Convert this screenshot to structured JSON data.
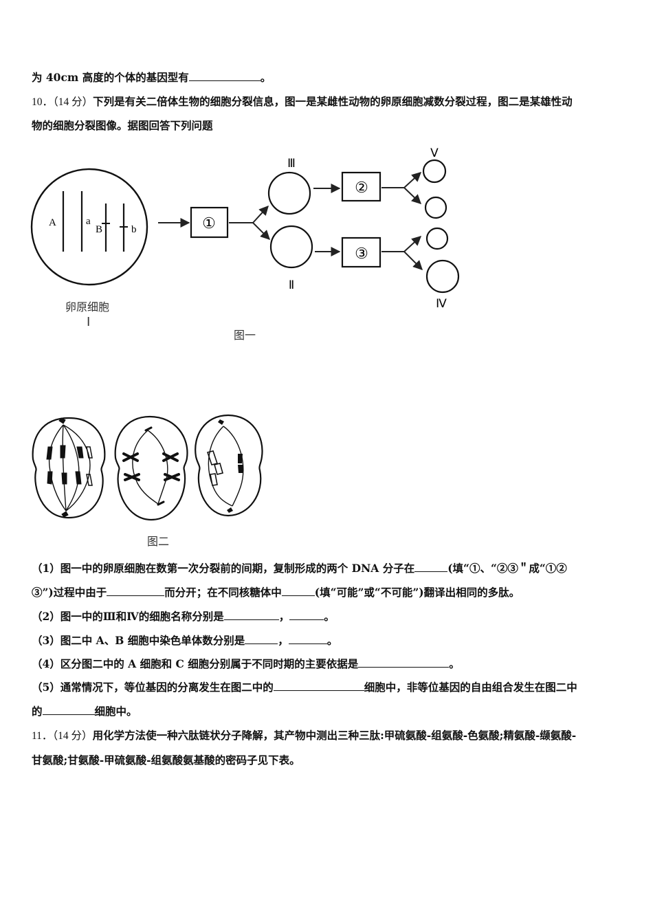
{
  "q9_tail": {
    "a": "为 40cm 高度的个体的基因型有",
    "b": "。"
  },
  "q10": {
    "num": "10．（14 分）",
    "line1": "下列是有关二倍体生物的细胞分裂信息，图一是某雌性动物的卵原细胞减数分裂过程，图二是某雄性动",
    "line2": "物的细胞分裂图像。据图回答下列问题"
  },
  "fig1": {
    "genes": {
      "A": "A",
      "a": "a",
      "B": "B",
      "b": "b"
    },
    "steps": {
      "s1": "①",
      "s2": "②",
      "s3": "③"
    },
    "cells": {
      "III": "Ⅲ",
      "II": "Ⅱ",
      "V": "Ⅴ",
      "IV": "Ⅳ"
    },
    "cell_name": "卵原细胞",
    "cell_roman": "Ⅰ",
    "caption": "图一"
  },
  "fig2": {
    "caption": "图二"
  },
  "sub": {
    "s1a": "（1）图一中的卵原细胞在数第一次分裂前的间期，复制形成的两个 DNA 分子在",
    "s1b": "(填“①、“②③＂成“①②",
    "s1c": "③”)过程中由于",
    "s1d": "而分开；在不同核糖体中",
    "s1e": "(填“可能”或“不可能”)翻译出相同的多肽。",
    "s2a": "（2）图一中的Ⅲ和Ⅳ的细胞名称分别是",
    "s2b": "，",
    "s2c": "。",
    "s3a": "（3）图二中 A、B 细胞中染色单体数分别是",
    "s3b": "，",
    "s3c": "。",
    "s4a": "（4）区分图二中的 A 细胞和 C 细胞分别属于不同时期的主要依据是",
    "s4b": "。",
    "s5a": "（5）通常情况下，等位基因的分离发生在图二中的",
    "s5b": "细胞中，非等位基因的自由组合发生在图二中",
    "s5c": "的",
    "s5d": "细胞中。"
  },
  "q11": {
    "num": "11．（14 分）",
    "line1": "用化学方法使一种六肽链状分子降解，其产物中测出三种三肽:甲硫氨酸-组氨酸-色氨酸;精氨酸-缬氨酸-",
    "line2": "甘氨酸;甘氨酸-甲硫氨酸-组氨酸氨基酸的密码子见下表。"
  }
}
